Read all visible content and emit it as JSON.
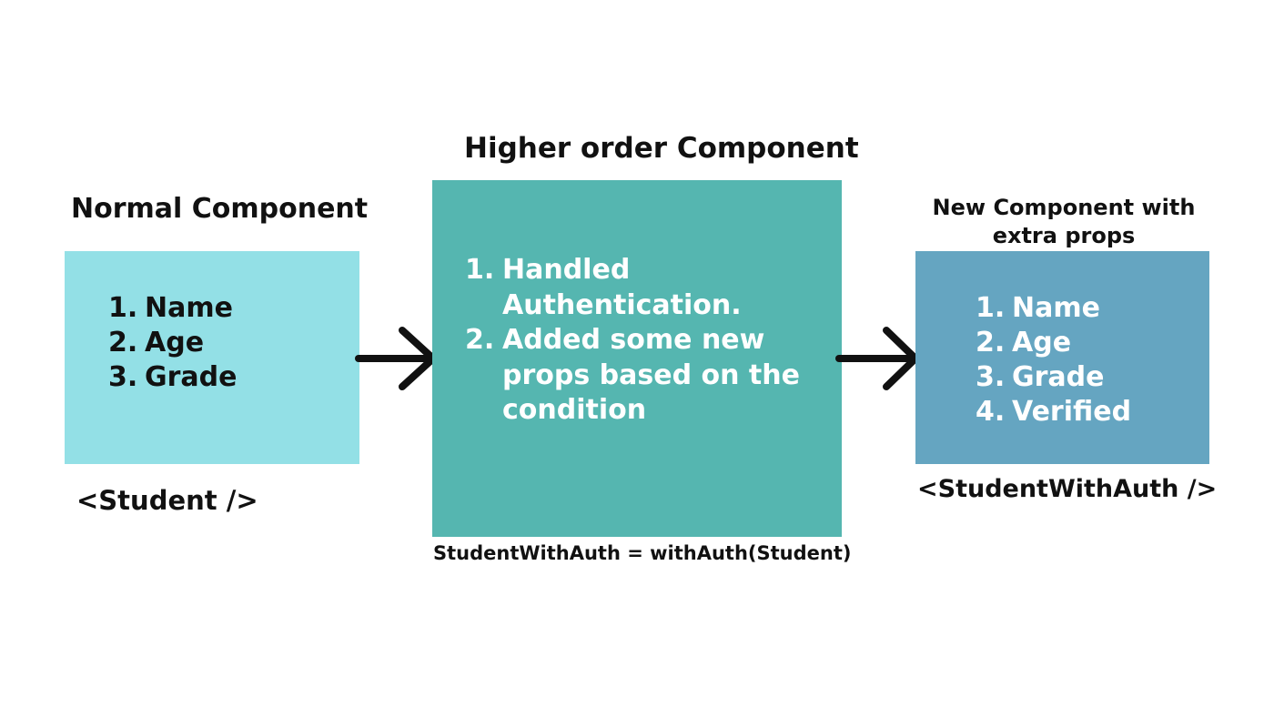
{
  "normal": {
    "title": "Normal Component",
    "items": [
      {
        "num": "1.",
        "text": "Name"
      },
      {
        "num": "2.",
        "text": "Age"
      },
      {
        "num": "3.",
        "text": "Grade"
      }
    ],
    "caption": "<Student />",
    "color": "#93e0e6"
  },
  "hoc": {
    "title": "Higher order Component",
    "items": [
      {
        "num": "1.",
        "text": "Handled Authentication."
      },
      {
        "num": "2.",
        "text": "Added some new props based on the condition"
      }
    ],
    "caption": "StudentWithAuth = withAuth(Student)",
    "color": "#55b6b0"
  },
  "new_component": {
    "title": "New Component with extra props",
    "items": [
      {
        "num": "1.",
        "text": "Name"
      },
      {
        "num": "2.",
        "text": "Age"
      },
      {
        "num": "3.",
        "text": "Grade"
      },
      {
        "num": "4.",
        "text": "Verified"
      }
    ],
    "caption": "<StudentWithAuth />",
    "color": "#65a5c1"
  },
  "arrows": [
    {
      "icon": "arrow-right-icon",
      "from": "normal",
      "to": "hoc"
    },
    {
      "icon": "arrow-right-icon",
      "from": "hoc",
      "to": "new_component"
    }
  ]
}
